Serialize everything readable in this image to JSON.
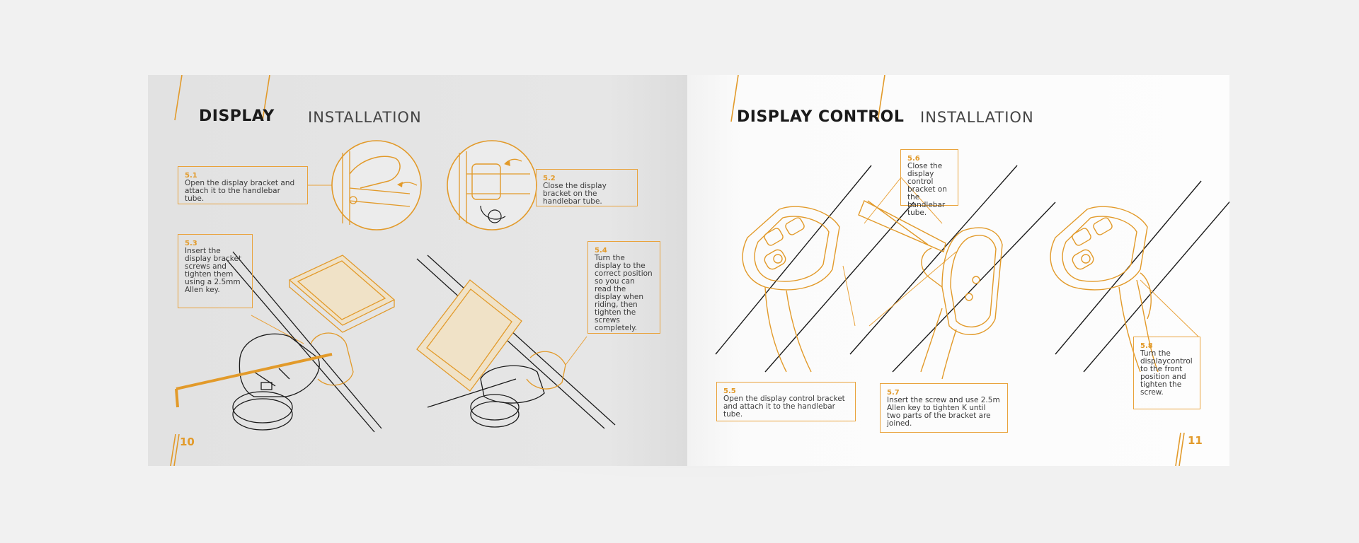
{
  "left_page": {
    "title_bold": "DISPLAY",
    "title_thin": "INSTALLATION",
    "page_number": "10",
    "steps": [
      {
        "num": "5.1",
        "text": "Open the display bracket and attach it to the handlebar tube."
      },
      {
        "num": "5.2",
        "text": "Close the display bracket on the handlebar tube."
      },
      {
        "num": "5.3",
        "text": "Insert the display bracket screws and tighten them using a 2.5mm Allen key."
      },
      {
        "num": "5.4",
        "text": "Turn the display to the correct position so you can read the display when riding, then tighten the screws completely."
      }
    ]
  },
  "right_page": {
    "title_bold": "DISPLAY CONTROL",
    "title_thin": "INSTALLATION",
    "page_number": "11",
    "steps": [
      {
        "num": "5.5",
        "text": "Open the display control bracket and attach it to the handlebar tube."
      },
      {
        "num": "5.6",
        "text": "Close the display control bracket on the handlebar tube."
      },
      {
        "num": "5.7",
        "text": "Insert the screw and use 2.5m Allen key to tighten K until two parts of the bracket are joined."
      },
      {
        "num": "5.8",
        "text": "Turn the displaycontrol to the front position and tighten the screw."
      }
    ]
  },
  "colors": {
    "accent": "#e29a2a",
    "line_art": "#1a1a1a",
    "left_page_bg": "#e4e4e4",
    "right_page_bg": "#fcfcfc"
  }
}
